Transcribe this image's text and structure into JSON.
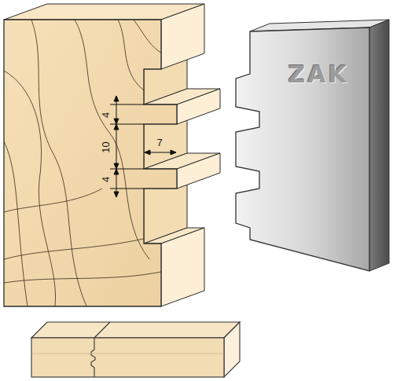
{
  "diagram": {
    "labels": [
      "ZAK",
      "4",
      "10",
      "7",
      "4"
    ]
  }
}
